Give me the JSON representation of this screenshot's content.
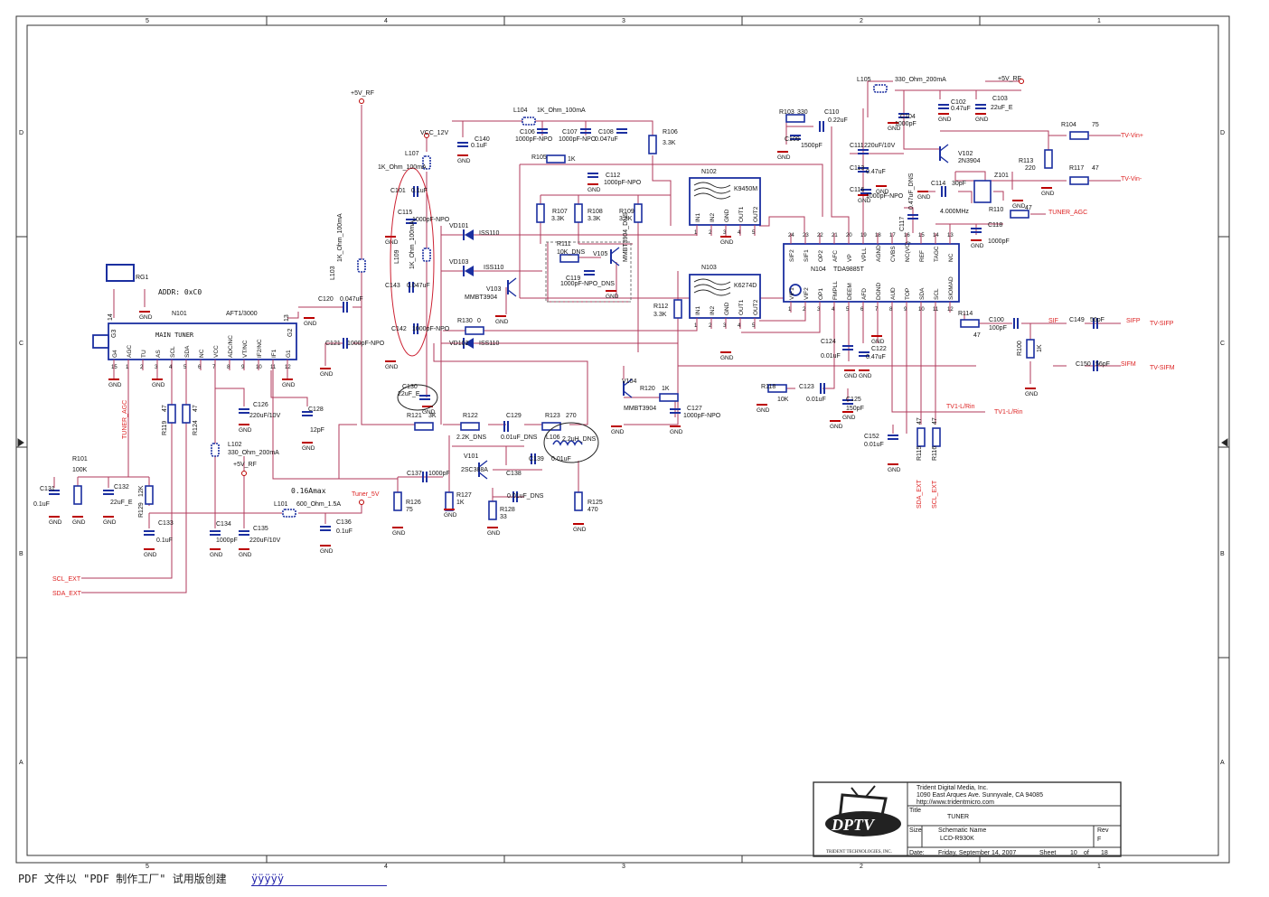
{
  "footer": {
    "text": "PDF 文件以 \"PDF 制作工厂\" 试用版创建",
    "link": "ÿÿÿÿÿ"
  },
  "grid": {
    "cols": [
      "5",
      "4",
      "3",
      "2",
      "1"
    ],
    "rows": [
      "D",
      "C",
      "B",
      "A"
    ]
  },
  "colors": {
    "wire": "#b03a5b",
    "part": "#1b2fa0",
    "net": "#d22"
  },
  "title_block": {
    "company": "Trident Digital Media, Inc.",
    "address": "1090 East Arques Ave.  Sunnyvale, CA 94085",
    "url": "http://www.tridentmicro.com",
    "title_label": "Title",
    "title": "TUNER",
    "size_label": "Size",
    "schematic_label": "Schematic Name",
    "schematic": "LCD-R930K",
    "rev_label": "Rev",
    "rev": "F",
    "date_label": "Date:",
    "date": "Friday, September 14, 2007",
    "sheet_label": "Sheet",
    "sheet": "10",
    "of_label": "of",
    "total": "18",
    "logo": "DPTV",
    "logo_sub": "TRIDENT TECHNOLOGIES, INC."
  },
  "tuner": {
    "ref": "N101",
    "part": "AFT1/3000",
    "label": "MAIN TUNER",
    "addr": "ADDR: 0xC0",
    "rg": "RG1",
    "pins": [
      {
        "n": "15",
        "name": "G4"
      },
      {
        "n": "1",
        "name": "AGC"
      },
      {
        "n": "2",
        "name": "TU"
      },
      {
        "n": "3",
        "name": "AS"
      },
      {
        "n": "4",
        "name": "SCL"
      },
      {
        "n": "5",
        "name": "SDA"
      },
      {
        "n": "6",
        "name": "NC"
      },
      {
        "n": "7",
        "name": "VCC"
      },
      {
        "n": "8",
        "name": "ADC/NC"
      },
      {
        "n": "9",
        "name": "VT/NC"
      },
      {
        "n": "10",
        "name": "IF2/NC"
      },
      {
        "n": "11",
        "name": "IF1"
      },
      {
        "n": "12",
        "name": "G1"
      }
    ],
    "pin14": "14",
    "g3": "G3",
    "pin13": "13",
    "g2": "G2"
  },
  "tda": {
    "ref": "N104",
    "part": "TDA9885T",
    "top": [
      {
        "n": "24",
        "name": "SIF2"
      },
      {
        "n": "23",
        "name": "SIF1"
      },
      {
        "n": "22",
        "name": "OP2"
      },
      {
        "n": "21",
        "name": "AFC"
      },
      {
        "n": "20",
        "name": "VP"
      },
      {
        "n": "19",
        "name": "VPLL"
      },
      {
        "n": "18",
        "name": "AGND"
      },
      {
        "n": "17",
        "name": "CVBS"
      },
      {
        "n": "16",
        "name": "NC(VC)"
      },
      {
        "n": "15",
        "name": "REF"
      },
      {
        "n": "14",
        "name": "TAGC"
      },
      {
        "n": "13",
        "name": "NC"
      }
    ],
    "bottom": [
      {
        "n": "1",
        "name": "VIF1"
      },
      {
        "n": "2",
        "name": "VIF2"
      },
      {
        "n": "3",
        "name": "OP1"
      },
      {
        "n": "4",
        "name": "FMPLL"
      },
      {
        "n": "5",
        "name": "DEEM"
      },
      {
        "n": "6",
        "name": "AFD"
      },
      {
        "n": "7",
        "name": "DGND"
      },
      {
        "n": "8",
        "name": "AUD"
      },
      {
        "n": "9",
        "name": "TOP"
      },
      {
        "n": "10",
        "name": "SDA"
      },
      {
        "n": "11",
        "name": "SCL"
      },
      {
        "n": "12",
        "name": "SIOMAD"
      }
    ]
  },
  "saw1": {
    "ref": "N102",
    "part": "K9450M",
    "pins": [
      {
        "n": "1",
        "name": "IN1"
      },
      {
        "n": "2",
        "name": "IN2"
      },
      {
        "n": "3",
        "name": "GND"
      },
      {
        "n": "4",
        "name": "OUT1"
      },
      {
        "n": "5",
        "name": "OUT2"
      }
    ]
  },
  "saw2": {
    "ref": "N103",
    "part": "K6274D",
    "pins": [
      {
        "n": "1",
        "name": "IN1"
      },
      {
        "n": "2",
        "name": "IN2"
      },
      {
        "n": "3",
        "name": "GND"
      },
      {
        "n": "4",
        "name": "OUT1"
      },
      {
        "n": "5",
        "name": "OUT2"
      }
    ]
  },
  "nets": {
    "vcc12": "VCC_12V",
    "rf1": "+5V_RF",
    "rf2": "+5V_RF",
    "rf3": "+5V_RF",
    "tvp": "TV-Vin+",
    "tvn": "TV-Vin-",
    "tagc": "TUNER_AGC",
    "tagc2": "TUNER_AGC",
    "sif": "SIF",
    "sifp": "SIFP",
    "tvsifp": "TV-SIFP",
    "sifm": "SIFM",
    "tvsifm": "TV-SIFM",
    "tv1": "TV1-L/Rin",
    "tv1b": "TV1-L/Rin",
    "sclx": "SCL_EXT",
    "sdax": "SDA_EXT",
    "sclv": "SCL_EXT",
    "sdav": "SDA_EXT",
    "tuner5v": "Tuner_5V",
    "amax": "0.16Amax",
    "gnd": "GND"
  },
  "labels": [
    {
      "k": "L105",
      "t": "L105"
    },
    {
      "k": "L105v",
      "t": "330_Ohm_200mA"
    },
    {
      "k": "C102",
      "t": "C102"
    },
    {
      "k": "C102v",
      "t": "0.47uF"
    },
    {
      "k": "C103",
      "t": "C103"
    },
    {
      "k": "C103v",
      "t": "22uF_E"
    },
    {
      "k": "C104",
      "t": "C104"
    },
    {
      "k": "C104v",
      "t": "1000pF"
    },
    {
      "k": "R103",
      "t": "R103"
    },
    {
      "k": "R103v",
      "t": "330"
    },
    {
      "k": "C110",
      "t": "C110"
    },
    {
      "k": "C110v",
      "t": "0.22uF"
    },
    {
      "k": "C109",
      "t": "C109"
    },
    {
      "k": "C109v",
      "t": "1500pF"
    },
    {
      "k": "C111",
      "t": "C111"
    },
    {
      "k": "C111v",
      "t": "220uF/10V"
    },
    {
      "k": "C113",
      "t": "C113"
    },
    {
      "k": "C113v",
      "t": "0.47uF"
    },
    {
      "k": "C116",
      "t": "C116"
    },
    {
      "k": "C116v",
      "t": "1000pF-NPO"
    },
    {
      "k": "C117",
      "t": "C117"
    },
    {
      "k": "C117v",
      "t": "0.47uF_DNS"
    },
    {
      "k": "V102",
      "t": "V102"
    },
    {
      "k": "V102v",
      "t": "2N3904"
    },
    {
      "k": "R104",
      "t": "R104"
    },
    {
      "k": "R104v",
      "t": "75"
    },
    {
      "k": "R113",
      "t": "R113"
    },
    {
      "k": "R113v",
      "t": "220"
    },
    {
      "k": "R117",
      "t": "R117"
    },
    {
      "k": "R117v",
      "t": "47"
    },
    {
      "k": "C114",
      "t": "C114"
    },
    {
      "k": "C114v",
      "t": "30pF"
    },
    {
      "k": "Z101",
      "t": "Z101"
    },
    {
      "k": "Z101v",
      "t": "4.000MHz"
    },
    {
      "k": "R110",
      "t": "R110"
    },
    {
      "k": "R110v",
      "t": "47"
    },
    {
      "k": "C118",
      "t": "C118"
    },
    {
      "k": "C118v",
      "t": "1000pF"
    },
    {
      "k": "L104",
      "t": "L104"
    },
    {
      "k": "L104v",
      "t": "1K_Ohm_100mA"
    },
    {
      "k": "C140",
      "t": "C140"
    },
    {
      "k": "C140v",
      "t": "0.1uF"
    },
    {
      "k": "C106",
      "t": "C106"
    },
    {
      "k": "C106v",
      "t": "1000pF-NPO"
    },
    {
      "k": "C107",
      "t": "C107"
    },
    {
      "k": "C107v",
      "t": "1000pF-NPO"
    },
    {
      "k": "C108",
      "t": "C108"
    },
    {
      "k": "C108v",
      "t": "0.047uF"
    },
    {
      "k": "R106",
      "t": "R106"
    },
    {
      "k": "R106v",
      "t": "3.3K"
    },
    {
      "k": "R105",
      "t": "R105"
    },
    {
      "k": "R105v",
      "t": "1K"
    },
    {
      "k": "C112",
      "t": "C112"
    },
    {
      "k": "C112v",
      "t": "1000pF-NPO"
    },
    {
      "k": "L107",
      "t": "L107"
    },
    {
      "k": "L107v",
      "t": "1K_Ohm_100mA"
    },
    {
      "k": "C101",
      "t": "C101"
    },
    {
      "k": "C101v",
      "t": "0.1uF"
    },
    {
      "k": "C115",
      "t": "C115"
    },
    {
      "k": "C115v",
      "t": "1000pF-NPO"
    },
    {
      "k": "L109",
      "t": "L109"
    },
    {
      "k": "L109v",
      "t": "1K_Ohm_100mA"
    },
    {
      "k": "C143",
      "t": "C143"
    },
    {
      "k": "C143v",
      "t": "0.047uF"
    },
    {
      "k": "C142",
      "t": "C142"
    },
    {
      "k": "C142v",
      "t": "1000pF-NPO"
    },
    {
      "k": "VD101",
      "t": "VD101"
    },
    {
      "k": "VD101v",
      "t": "ISS110"
    },
    {
      "k": "VD103",
      "t": "VD103"
    },
    {
      "k": "VD103v",
      "t": "ISS110"
    },
    {
      "k": "VD102",
      "t": "VD102"
    },
    {
      "k": "VD102v",
      "t": "ISS110"
    },
    {
      "k": "R107",
      "t": "R107"
    },
    {
      "k": "R107v",
      "t": "3.3K"
    },
    {
      "k": "R108",
      "t": "R108"
    },
    {
      "k": "R108v",
      "t": "3.3K"
    },
    {
      "k": "R109",
      "t": "R109"
    },
    {
      "k": "R109v",
      "t": "3.3K"
    },
    {
      "k": "R111",
      "t": "R111"
    },
    {
      "k": "R111v",
      "t": "10K_DNS"
    },
    {
      "k": "V105",
      "t": "V105"
    },
    {
      "k": "V105v",
      "t": "MMBT3904_DNS"
    },
    {
      "k": "C119",
      "t": "C119"
    },
    {
      "k": "C119v",
      "t": "1000pF-NPO_DNS"
    },
    {
      "k": "V103",
      "t": "V103"
    },
    {
      "k": "V103v",
      "t": "MMBT3904"
    },
    {
      "k": "R112",
      "t": "R112"
    },
    {
      "k": "R112v",
      "t": "3.3K"
    },
    {
      "k": "R130",
      "t": "R130"
    },
    {
      "k": "R130v",
      "t": "0"
    },
    {
      "k": "L103",
      "t": "L103"
    },
    {
      "k": "L103v",
      "t": "1K_Ohm_100mA"
    },
    {
      "k": "C120",
      "t": "C120"
    },
    {
      "k": "C120v",
      "t": "0.047uF"
    },
    {
      "k": "C121",
      "t": "C121"
    },
    {
      "k": "C121v",
      "t": "1000pF-NPO"
    },
    {
      "k": "C130",
      "t": "C130"
    },
    {
      "k": "C130v",
      "t": "22uF_E"
    },
    {
      "k": "R121",
      "t": "R121"
    },
    {
      "k": "R121v",
      "t": "3K"
    },
    {
      "k": "R122",
      "t": "R122"
    },
    {
      "k": "R122v",
      "t": "2.2K_DNS"
    },
    {
      "k": "C129",
      "t": "C129"
    },
    {
      "k": "C129v",
      "t": "0.01uF_DNS"
    },
    {
      "k": "R123",
      "t": "R123"
    },
    {
      "k": "R123v",
      "t": "270"
    },
    {
      "k": "L106",
      "t": "L106"
    },
    {
      "k": "L106v",
      "t": "2.2uH_DNS"
    },
    {
      "k": "V101",
      "t": "V101"
    },
    {
      "k": "V101v",
      "t": "2SC388A"
    },
    {
      "k": "C139",
      "t": "C139"
    },
    {
      "k": "C139v",
      "t": "0.01uF"
    },
    {
      "k": "C138",
      "t": "C138"
    },
    {
      "k": "C138v",
      "t": "0.01uF_DNS"
    },
    {
      "k": "C137",
      "t": "C137"
    },
    {
      "k": "C137v",
      "t": "1000pF"
    },
    {
      "k": "R126",
      "t": "R126"
    },
    {
      "k": "R126v",
      "t": "75"
    },
    {
      "k": "R127",
      "t": "R127"
    },
    {
      "k": "R127v",
      "t": "1K"
    },
    {
      "k": "R128",
      "t": "R128"
    },
    {
      "k": "R128v",
      "t": "33"
    },
    {
      "k": "R125",
      "t": "R125"
    },
    {
      "k": "R125v",
      "t": "470"
    },
    {
      "k": "V104",
      "t": "V104"
    },
    {
      "k": "V104v",
      "t": "MMBT3904"
    },
    {
      "k": "R120",
      "t": "R120"
    },
    {
      "k": "R120v",
      "t": "1K"
    },
    {
      "k": "C127",
      "t": "C127"
    },
    {
      "k": "C127v",
      "t": "1000pF-NPO"
    },
    {
      "k": "C124",
      "t": "C124"
    },
    {
      "k": "C124v",
      "t": "0.01uF"
    },
    {
      "k": "C122",
      "t": "C122"
    },
    {
      "k": "C122v",
      "t": "0.47uF"
    },
    {
      "k": "R118",
      "t": "R118"
    },
    {
      "k": "R118v",
      "t": "10K"
    },
    {
      "k": "C123",
      "t": "C123"
    },
    {
      "k": "C123v",
      "t": "0.01uF"
    },
    {
      "k": "C125",
      "t": "C125"
    },
    {
      "k": "C125v",
      "t": "150pF"
    },
    {
      "k": "C152",
      "t": "C152"
    },
    {
      "k": "C152v",
      "t": "0.01uF"
    },
    {
      "k": "R115",
      "t": "R115"
    },
    {
      "k": "R115v",
      "t": "47"
    },
    {
      "k": "R116",
      "t": "R116"
    },
    {
      "k": "R116v",
      "t": "47"
    },
    {
      "k": "R114",
      "t": "R114"
    },
    {
      "k": "R114v",
      "t": "47"
    },
    {
      "k": "C100",
      "t": "C100"
    },
    {
      "k": "C100v",
      "t": "100pF"
    },
    {
      "k": "R100",
      "t": "R100"
    },
    {
      "k": "R100v",
      "t": "1K"
    },
    {
      "k": "C149",
      "t": "C149"
    },
    {
      "k": "C149v",
      "t": "56pF"
    },
    {
      "k": "C150",
      "t": "C150"
    },
    {
      "k": "C150v",
      "t": "56pF"
    },
    {
      "k": "C131",
      "t": "C131"
    },
    {
      "k": "C131v",
      "t": "0.1uF"
    },
    {
      "k": "R101",
      "t": "R101"
    },
    {
      "k": "R101v",
      "t": "100K"
    },
    {
      "k": "C132",
      "t": "C132"
    },
    {
      "k": "C132v",
      "t": "22uF_E"
    },
    {
      "k": "R129",
      "t": "R129"
    },
    {
      "k": "R129v",
      "t": "12K"
    },
    {
      "k": "C133",
      "t": "C133"
    },
    {
      "k": "C133v",
      "t": "0.1uF"
    },
    {
      "k": "R119",
      "t": "R119"
    },
    {
      "k": "R119v",
      "t": "47"
    },
    {
      "k": "R124",
      "t": "R124"
    },
    {
      "k": "R124v",
      "t": "47"
    },
    {
      "k": "L102",
      "t": "L102"
    },
    {
      "k": "L102v",
      "t": "330_Ohm_200mA"
    },
    {
      "k": "C126",
      "t": "C126"
    },
    {
      "k": "C126v",
      "t": "220uF/10V"
    },
    {
      "k": "C128",
      "t": "C128"
    },
    {
      "k": "C128v",
      "t": "12pF"
    },
    {
      "k": "C134",
      "t": "C134"
    },
    {
      "k": "C134v",
      "t": "1000pF"
    },
    {
      "k": "C135",
      "t": "C135"
    },
    {
      "k": "C135v",
      "t": "220uF/10V"
    },
    {
      "k": "L101",
      "t": "L101"
    },
    {
      "k": "L101v",
      "t": "600_Ohm_1.5A"
    },
    {
      "k": "C136",
      "t": "C136"
    },
    {
      "k": "C136v",
      "t": "0.1uF"
    }
  ]
}
